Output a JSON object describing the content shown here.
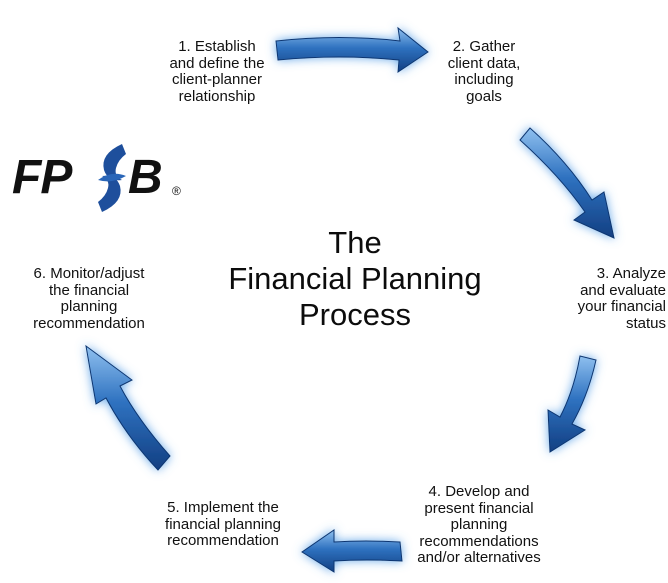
{
  "title": "The\nFinancial Planning\nProcess",
  "logo": {
    "left_letters": "FP",
    "right_letters": "B",
    "registered": "®"
  },
  "steps": [
    {
      "label": "1. Establish\nand define the\nclient-planner\nrelationship"
    },
    {
      "label": "2. Gather\nclient data,\nincluding\ngoals"
    },
    {
      "label": "3. Analyze\nand evaluate\nyour financial\nstatus"
    },
    {
      "label": "4. Develop and\npresent financial\nplanning\nrecommendations\nand/or alternatives"
    },
    {
      "label": "5. Implement the\nfinancial planning\nrecommendation"
    },
    {
      "label": "6. Monitor/adjust\nthe financial\nplanning\nrecommendation"
    }
  ],
  "colors": {
    "arrow_fill": "#1f5fae",
    "arrow_highlight": "#9cc7f0",
    "arrow_glow": "#4f9be6",
    "logo_mark": "#1e4f9c",
    "text": "#111111"
  },
  "icons": {
    "logo_mark": "fpsb-ribbon-icon",
    "arrows": "curved-arrow-icon"
  }
}
